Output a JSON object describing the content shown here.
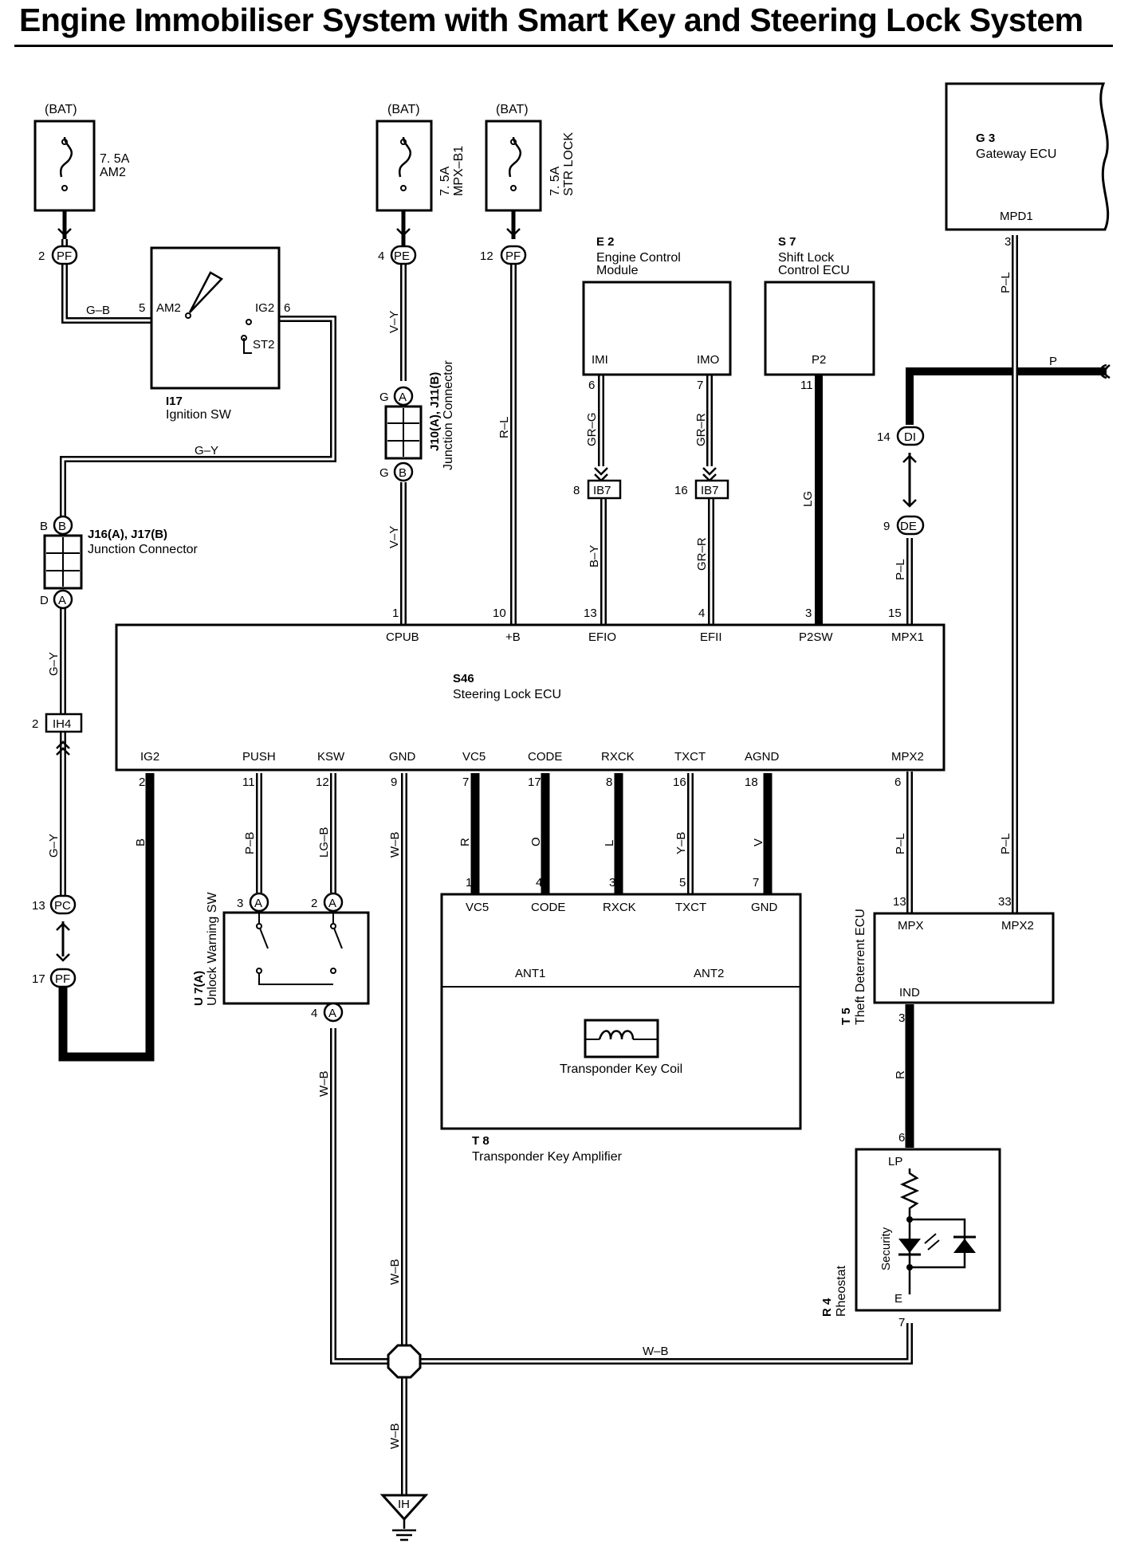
{
  "title": "Engine Immobiliser System with Smart Key and Steering Lock System",
  "power_sources": [
    {
      "label": "(BAT)",
      "rating": "7. 5A",
      "name": "AM2"
    },
    {
      "label": "(BAT)",
      "rating": "7. 5A",
      "name": "MPX–B1"
    },
    {
      "label": "(BAT)",
      "rating": "7. 5A",
      "name": "STR LOCK"
    }
  ],
  "components": {
    "ignition_sw": {
      "id": "I17",
      "name": "Ignition SW",
      "terminals": [
        "AM2",
        "IG2",
        "ST2"
      ],
      "pins": [
        "5",
        "6"
      ]
    },
    "junction_j10": {
      "id": "J10(A), J11(B)",
      "name": "Junction Connector"
    },
    "junction_j16": {
      "id": "J16(A), J17(B)",
      "name": "Junction Connector"
    },
    "ecm": {
      "id": "E 2",
      "name_line1": "Engine Control",
      "name_line2": "Module",
      "terminals": [
        "IMI",
        "IMO"
      ]
    },
    "shift_lock": {
      "id": "S 7",
      "name_line1": "Shift Lock",
      "name_line2": "Control ECU",
      "terminals": [
        "P2"
      ]
    },
    "gateway": {
      "id": "G 3",
      "name": "Gateway ECU",
      "terminals": [
        "MPD1"
      ]
    },
    "steering_lock_ecu": {
      "id": "S46",
      "name": "Steering Lock ECU",
      "top_terminals": [
        "CPUB",
        "+B",
        "EFIO",
        "EFII",
        "P2SW",
        "MPX1"
      ],
      "top_pins": [
        "1",
        "10",
        "13",
        "4",
        "3",
        "15"
      ],
      "bottom_terminals": [
        "IG2",
        "PUSH",
        "KSW",
        "GND",
        "VC5",
        "CODE",
        "RXCK",
        "TXCT",
        "AGND",
        "MPX2"
      ],
      "bottom_pins": [
        "2",
        "11",
        "12",
        "9",
        "7",
        "17",
        "8",
        "16",
        "18",
        "6"
      ]
    },
    "unlock_warning": {
      "id": "U 7(A)",
      "name": "Unlock Warning SW"
    },
    "amplifier": {
      "id": "T 8",
      "name": "Transponder Key Amplifier",
      "terminals": [
        "VC5",
        "CODE",
        "RXCK",
        "TXCT",
        "GND",
        "ANT1",
        "ANT2"
      ],
      "pins": [
        "1",
        "4",
        "3",
        "5",
        "7"
      ],
      "coil": "Transponder Key Coil"
    },
    "theft_ecu": {
      "id": "T 5",
      "name": "Theft Deterrent ECU",
      "terminals": [
        "MPX",
        "MPX2",
        "IND"
      ],
      "pins": [
        "13",
        "33",
        "3"
      ]
    },
    "rheostat": {
      "id": "R 4",
      "name": "Rheostat",
      "terminals": [
        "LP",
        "E"
      ],
      "pins": [
        "6",
        "7"
      ],
      "lamp": "Security"
    },
    "ground": {
      "label": "IH"
    }
  },
  "wire_colors": {
    "g_b": "G–B",
    "g_y": "G–Y",
    "v_y": "V–Y",
    "r_l": "R–L",
    "gr_g": "GR–G",
    "gr_r": "GR–R",
    "b_y": "B–Y",
    "lg": "LG",
    "p_l": "P–L",
    "p": "P",
    "b": "B",
    "p_b": "P–B",
    "lg_b": "LG–B",
    "w_b": "W–B",
    "r": "R",
    "o": "O",
    "l": "L",
    "y_b": "Y–B",
    "v": "V"
  },
  "connectors": {
    "pf": "PF",
    "pe": "PE",
    "pc": "PC",
    "ib7": "IB7",
    "ih4": "IH4",
    "di": "DI",
    "de": "DE",
    "a": "A",
    "b": "B"
  },
  "pin_labels": {
    "pf_am2": "2",
    "pe": "4",
    "pf_str": "12",
    "j10_g": "G",
    "ib7_a": "8",
    "ib7_b": "16",
    "ecm_imi": "6",
    "ecm_imo": "7",
    "sl_p2": "11",
    "gw_mpd1": "3",
    "di": "14",
    "de": "9",
    "j16_b": "B",
    "j16_d": "D",
    "ih4": "2",
    "pc": "13",
    "pf_low": "17",
    "u7_a3": "3",
    "u7_a2": "2",
    "u7_a4": "4"
  },
  "colors": {
    "ink": "#000000",
    "background": "#ffffff"
  }
}
